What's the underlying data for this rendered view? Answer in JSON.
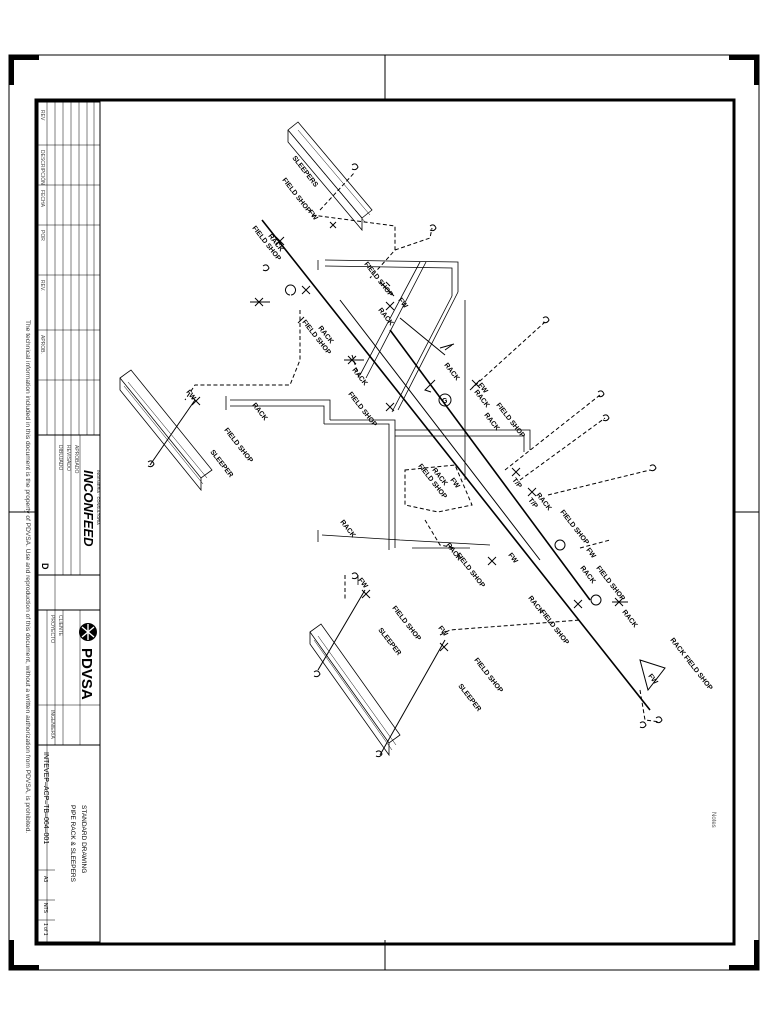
{
  "title_block": {
    "company_main": "INCONFEED",
    "company_sub": "INGENIERÍA · CONSULTORÍA",
    "client": "PDVSA",
    "drawing_type": "STANDARD DRAWING",
    "drawing_title": "PIPE RACK & SLEEPERS",
    "drawing_number": "INTEVEP–ACP–TB–064–001",
    "code": "D",
    "notes_label": "Notes",
    "disclaimer": "The technical information included in this document is the property of PDVSA. Use and reproduction of this document, without a written authorization from PDVSA, is prohibited.",
    "size": "A3",
    "scale": "NTS",
    "sheet": "1 of 1",
    "rev_cells": [
      "REV",
      "DESCRIPCIÓN",
      "FECHA",
      "POR",
      "REV.",
      "APROB."
    ],
    "info_cells": [
      "DIBUJADO",
      "REVISADO",
      "APROBADO",
      "PROYECTO",
      "CLIENTE",
      "INGENIERÍA"
    ]
  },
  "labels": {
    "field_shop": "FIELD SHOP",
    "rack": "RACK",
    "sleeper": "SLEEPER",
    "sleepers": "SLEEPERS",
    "fw": "FW",
    "tp": "T/P",
    "rack_field_shop": "RACK FIELD SHOP",
    "g": "G"
  }
}
